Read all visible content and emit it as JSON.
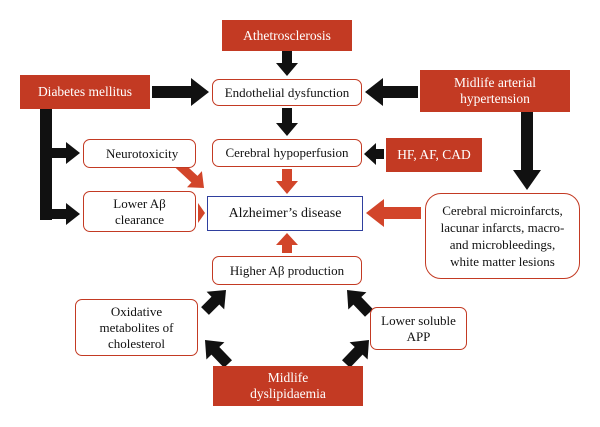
{
  "colors": {
    "factor_fill": "#c33a23",
    "outline": "#c33a23",
    "center_outline": "#2f3f9e",
    "arrow_dark": "#111111",
    "arrow_red": "#d2452a"
  },
  "nodes": {
    "atherosclerosis": "Athetrosclerosis",
    "diabetes": "Diabetes mellitus",
    "hypertension": "Midlife arterial\nhypertension",
    "endothelial": "Endothelial dysfunction",
    "hypoperfusion": "Cerebral hypoperfusion",
    "cardiac": "HF, AF, CAD",
    "neurotoxicity": "Neurotoxicity",
    "lower_clearance": "Lower Aβ\nclearance",
    "alzheimers": "Alzheimer’s disease",
    "microinfarcts": "Cerebral microinfarcts,\nlacunar infarcts, macro-\nand microbleedings,\nwhite matter lesions",
    "higher_production": "Higher Aβ production",
    "oxidative": "Oxidative\nmetabolites of\ncholesterol",
    "lower_app": "Lower soluble\nAPP",
    "dyslipidaemia": "Midlife\ndyslipidaemia"
  }
}
